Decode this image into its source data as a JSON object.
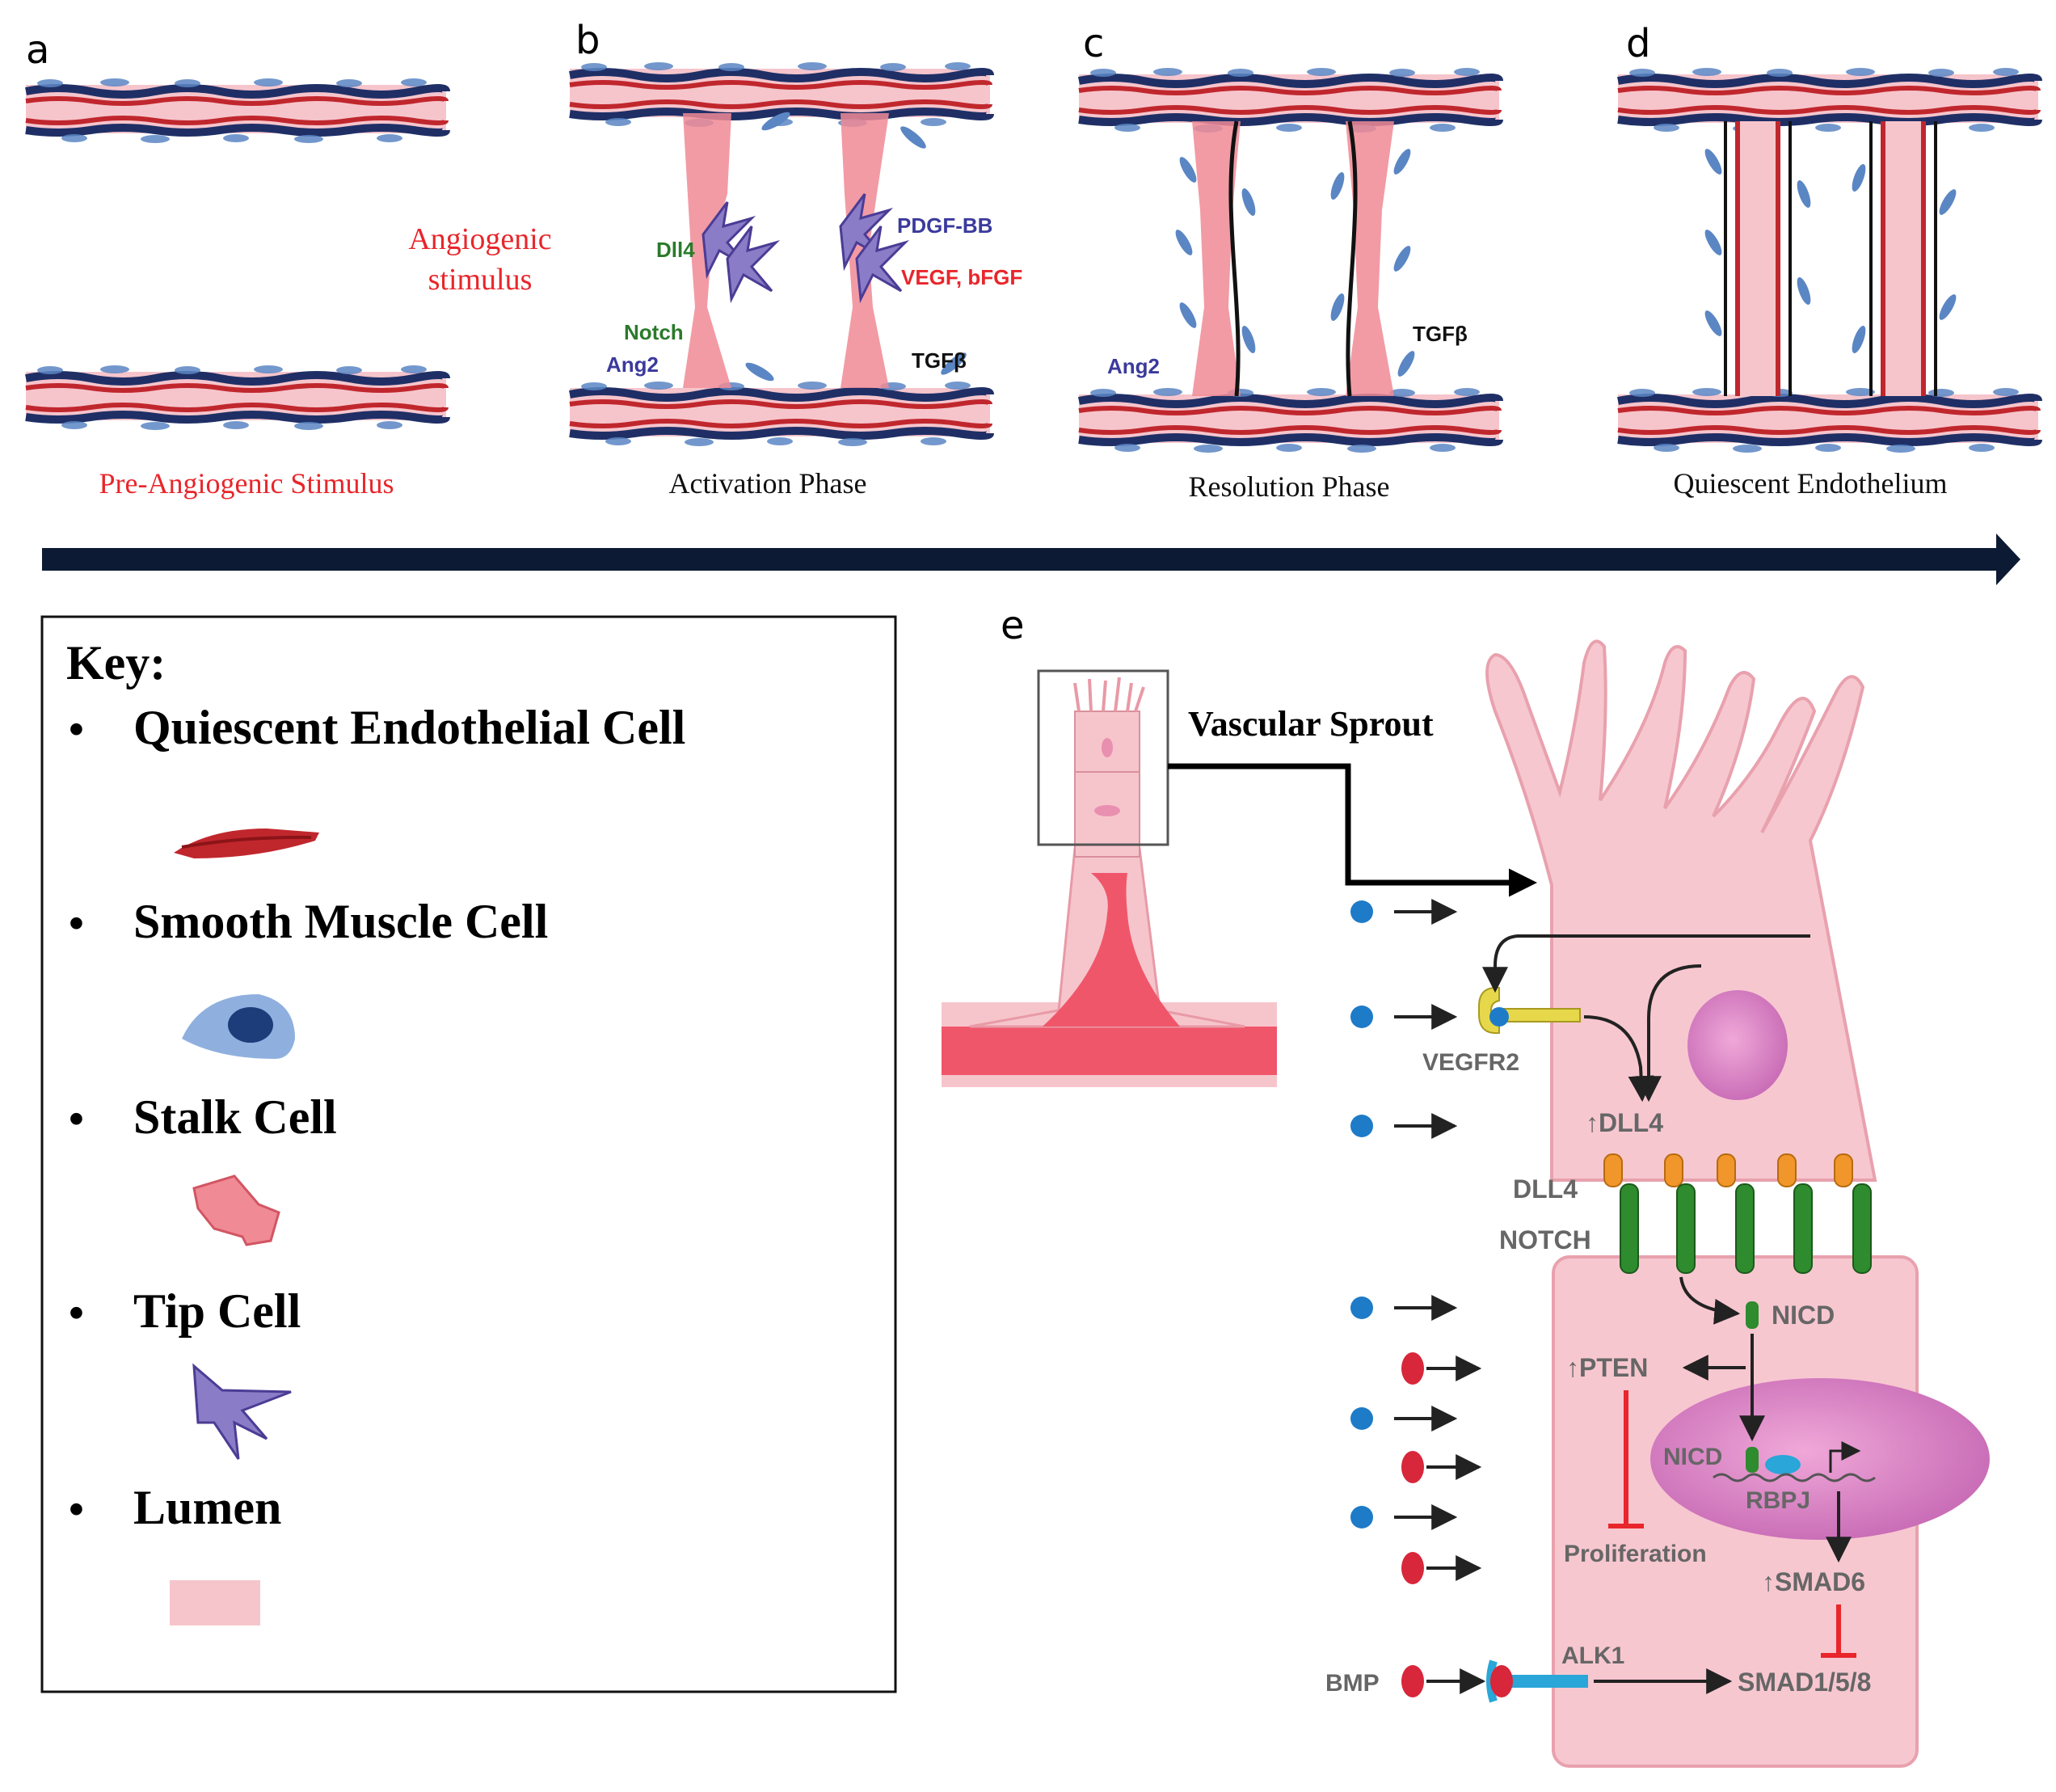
{
  "panels": {
    "a": {
      "letter": "a",
      "caption": "Pre-Angiogenic Stimulus"
    },
    "b": {
      "letter": "b",
      "caption": "Activation Phase",
      "labels": {
        "dll4": "Dll4",
        "notch": "Notch",
        "ang2": "Ang2",
        "pdgf": "PDGF-BB",
        "vegf": "VEGF, bFGF",
        "tgfb": "TGFβ"
      }
    },
    "c": {
      "letter": "c",
      "caption": "Resolution Phase",
      "labels": {
        "ang2": "Ang2",
        "tgfb": "TGFβ"
      }
    },
    "d": {
      "letter": "d",
      "caption": "Quiescent Endothelium"
    },
    "e": {
      "letter": "e"
    }
  },
  "stimulus": {
    "line1": "Angiogenic",
    "line2": "stimulus"
  },
  "key": {
    "title": "Key:",
    "items": [
      {
        "bullet": "•",
        "label": "Quiescent Endothelial Cell"
      },
      {
        "bullet": "•",
        "label": "Smooth Muscle Cell"
      },
      {
        "bullet": "•",
        "label": "Stalk Cell"
      },
      {
        "bullet": "•",
        "label": "Tip Cell"
      },
      {
        "bullet": "•",
        "label": "Lumen"
      }
    ]
  },
  "panel_e": {
    "sprout_label": "Vascular Sprout",
    "vegfr2": "VEGFR2",
    "dll4_up": "↑DLL4",
    "dll4": "DLL4",
    "notch": "NOTCH",
    "nicd": "NICD",
    "pten": "↑PTEN",
    "nicd_nucleus": "NICD",
    "rbpj": "RBPJ",
    "proliferation": "Proliferation",
    "smad6": "↑SMAD6",
    "alk1": "ALK1",
    "bmp": "BMP",
    "smad158": "SMAD1/5/8"
  },
  "colors": {
    "red_label": "#e8262b",
    "green_label": "#2a7a2a",
    "purple_label": "#3b3a9c",
    "lumen": "#f6c5cc",
    "endothelial": "#c0272d",
    "smooth_muscle": "#2c5a9a",
    "cell_body": "#f7c7d0",
    "tip_cell": "#7b6bb5"
  }
}
